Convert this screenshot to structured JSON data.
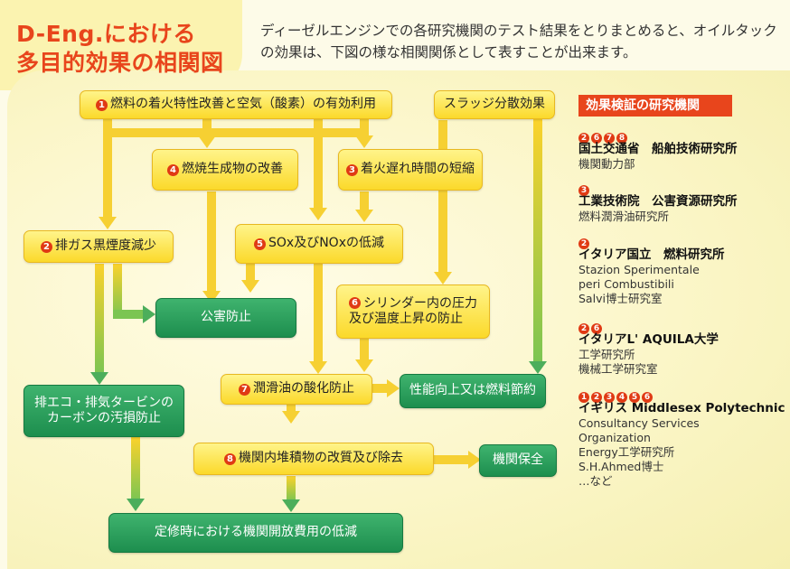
{
  "header": {
    "title_line1": "D-Eng.における",
    "title_line2": "多目的効果の相関図",
    "intro_line1": "ディーゼルエンジンでの各研究機関のテスト結果をとりまとめると、オイルタック",
    "intro_line2": "の効果は、下図の様な相関関係として表すことが出来ます。"
  },
  "nodes": {
    "n1": {
      "num": "1",
      "label": "燃料の着火特性改善と空気（酸素）の有効利用"
    },
    "sludge": {
      "label": "スラッジ分散効果"
    },
    "n4": {
      "num": "4",
      "label": "燃焼生成物の改善"
    },
    "n3": {
      "num": "3",
      "label": "着火遅れ時間の短縮"
    },
    "n2": {
      "num": "2",
      "label": "排ガス黒煙度減少"
    },
    "n5": {
      "num": "5",
      "label": "SOx及びNOxの低減"
    },
    "pollution": {
      "label": "公害防止"
    },
    "n6": {
      "num": "6",
      "label_line1": "シリンダー内の圧力",
      "label_line2": "及び温度上昇の防止"
    },
    "eco": {
      "label_line1": "排エコ・排気タービンの",
      "label_line2": "カーボンの汚損防止"
    },
    "n7": {
      "num": "7",
      "label": "潤滑油の酸化防止"
    },
    "performance": {
      "label": "性能向上又は燃料節約"
    },
    "n8": {
      "num": "8",
      "label": "機関内堆積物の改質及び除去"
    },
    "maintenance": {
      "label": "機関保全"
    },
    "cost": {
      "label": "定修時における機関開放費用の低減"
    }
  },
  "legend": {
    "title": "効果検証の研究機関",
    "entries": [
      {
        "nums": [
          "2",
          "6",
          "7",
          "8"
        ],
        "institution": "国土交通省　船舶技術研究所",
        "details": [
          "機関動力部"
        ]
      },
      {
        "nums": [
          "3"
        ],
        "institution": "工業技術院　公害資源研究所",
        "details": [
          "燃料潤滑油研究所"
        ]
      },
      {
        "nums": [
          "2"
        ],
        "institution": "イタリア国立　燃料研究所",
        "details": [
          "Stazion Sperimentale",
          "peri Combustibili",
          "Salvi博士研究室"
        ]
      },
      {
        "nums": [
          "2",
          "6"
        ],
        "institution": "イタリアL' AQUILA大学",
        "details": [
          "工学研究所",
          "機械工学研究室"
        ]
      },
      {
        "nums": [
          "1",
          "2",
          "3",
          "4",
          "5",
          "6"
        ],
        "institution": "イギリス Middlesex Polytechnic",
        "details": [
          "Consultancy Services",
          "Organization",
          "Energy工学研究所",
          "S.H.Ahmed博士",
          "…など"
        ]
      }
    ]
  },
  "colors": {
    "title": "#e8451c",
    "number_badge": "#e03a14",
    "yellow_box": "#fbd92a",
    "green_box": "#1d8e4e",
    "legend_header": "#e8451c"
  }
}
